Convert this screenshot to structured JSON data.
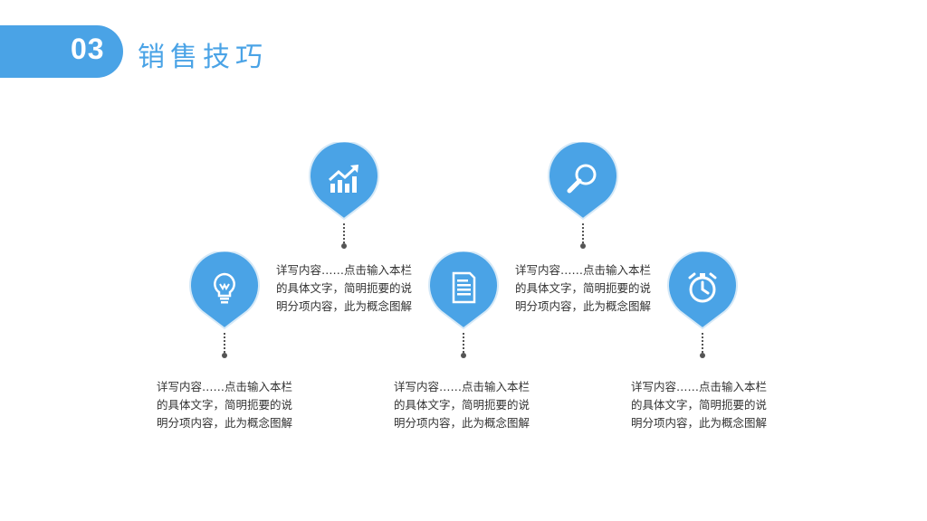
{
  "header": {
    "number": "03",
    "title": "销售技巧"
  },
  "colors": {
    "accent": "#4aa3e6",
    "text": "#333333",
    "dots": "#555555"
  },
  "items": [
    {
      "icon": "lightbulb-icon",
      "text": "详写内容……点击输入本栏的具体文字，简明扼要的说明分项内容，此为概念图解"
    },
    {
      "icon": "growth-chart-icon",
      "text": "详写内容……点击输入本栏的具体文字，简明扼要的说明分项内容，此为概念图解"
    },
    {
      "icon": "document-icon",
      "text": "详写内容……点击输入本栏的具体文字，简明扼要的说明分项内容，此为概念图解"
    },
    {
      "icon": "search-icon",
      "text": "详写内容……点击输入本栏的具体文字，简明扼要的说明分项内容，此为概念图解"
    },
    {
      "icon": "stopwatch-icon",
      "text": "详写内容……点击输入本栏的具体文字，简明扼要的说明分项内容，此为概念图解"
    }
  ]
}
